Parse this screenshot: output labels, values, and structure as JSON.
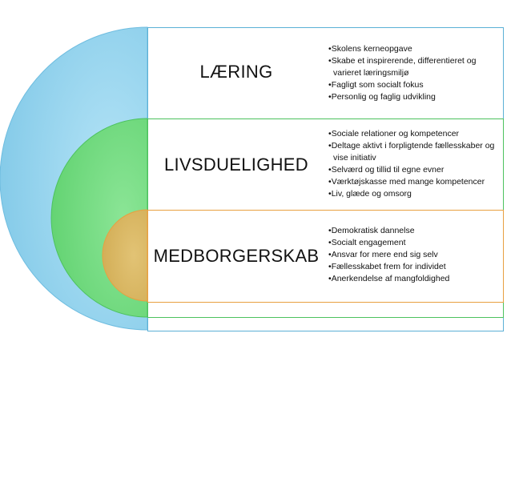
{
  "colors": {
    "outer_fill": "#87CEEB",
    "outer_border": "#5BB0D6",
    "middle_fill": "#6BDB7A",
    "middle_border": "#4CC25E",
    "inner_fill": "#D9B560",
    "inner_border": "#E8A040"
  },
  "levels": [
    {
      "title": "LÆRING",
      "bullets": [
        "Skolens kerneopgave",
        "Skabe et inspirerende, differentieret og varieret læringsmiljø",
        "Fagligt som socialt fokus",
        "Personlig og faglig udvikling"
      ]
    },
    {
      "title": "LIVSDUELIGHED",
      "bullets": [
        "Sociale relationer og kompetencer",
        "Deltage aktivt i forpligtende fællesskaber og vise initiativ",
        "Selværd og tillid til egne evner",
        "Værktøjskasse med mange kompetencer",
        "Liv, glæde og omsorg"
      ]
    },
    {
      "title": "MEDBORGERSKAB",
      "bullets": [
        "Demokratisk dannelse",
        "Socialt engagement",
        "Ansvar for mere end sig selv",
        "Fællesskabet frem for individet",
        "Anerkendelse af mangfoldighed"
      ]
    }
  ]
}
